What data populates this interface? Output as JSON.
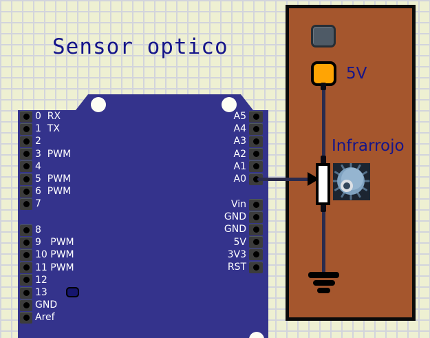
{
  "title": "Sensor optico",
  "arduino": {
    "left_pins_digital": [
      "0  RX",
      "1  TX",
      "2",
      "3  PWM",
      "4",
      "5  PWM",
      "6  PWM",
      "7"
    ],
    "left_pins_lower": [
      "8",
      "9   PWM",
      "10 PWM",
      "11 PWM",
      "12",
      "13",
      "GND",
      "Aref"
    ],
    "right_pins_analog": [
      "A5",
      "A4",
      "A3",
      "A2",
      "A1",
      "A0"
    ],
    "right_pins_power": [
      "Vin",
      "GND",
      "GND",
      "5V",
      "3V3",
      "RST"
    ]
  },
  "panel": {
    "power_label": "5V",
    "sensor_label": "Infrarrojo"
  },
  "icons": {
    "ir_led": "ir-led-icon",
    "ground": "ground-icon",
    "arrow": "arrow-right-icon",
    "mounting_hole": "mounting-hole-icon"
  },
  "colors": {
    "board_blue": "#34338C",
    "panel_brown": "#A5562D",
    "pad_orange": "#FFA404",
    "pad_gray": "#4E5A66",
    "wire_navy": "#2B2B4D",
    "label_navy": "#15158A",
    "background_cream": "#EEF0D2",
    "pin_text_white": "#FFFFFF"
  }
}
